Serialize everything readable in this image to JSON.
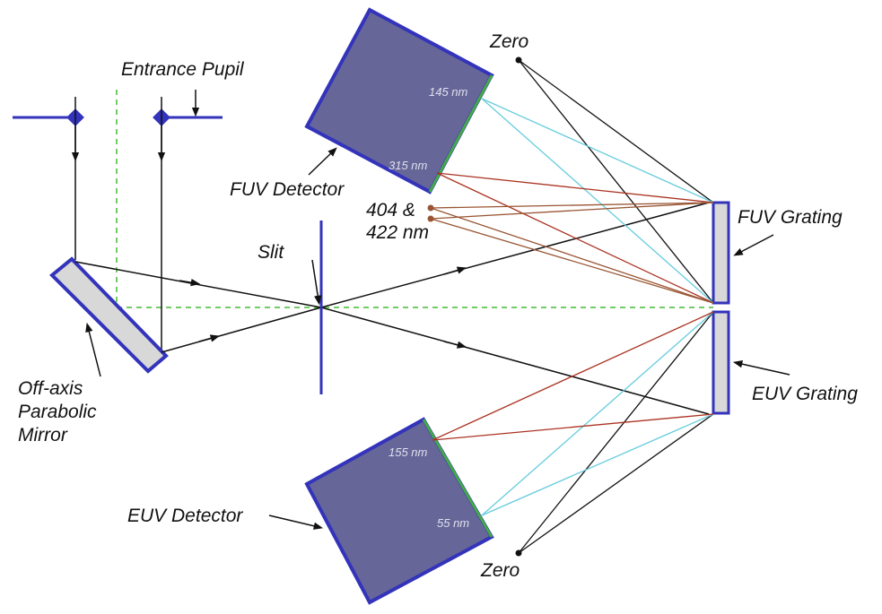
{
  "labels": {
    "entrance_pupil": "Entrance Pupil",
    "fuv_detector": "FUV Detector",
    "euv_detector": "EUV Detector",
    "slit": "Slit",
    "mirror_line1": "Off-axis",
    "mirror_line2": "Parabolic",
    "mirror_line3": "Mirror",
    "fuv_grating": "FUV Grating",
    "euv_grating": "EUV Grating",
    "zero_top": "Zero",
    "zero_bottom": "Zero",
    "lines_404_line1": "404 &",
    "lines_404_line2": "422 nm",
    "fuv_145": "145 nm",
    "fuv_315": "315 nm",
    "euv_155": "155 nm",
    "euv_55": "55 nm"
  },
  "colors": {
    "blue": "#3333bb",
    "detector_fill": "#666699",
    "grating_fill": "#d8d8d8",
    "ray_black": "#111111",
    "ray_cyan": "#66ccdd",
    "ray_red": "#aa3322",
    "ray_brown": "#995533",
    "axis_green": "#44bb33",
    "detector_edge_green": "#44aa44"
  }
}
